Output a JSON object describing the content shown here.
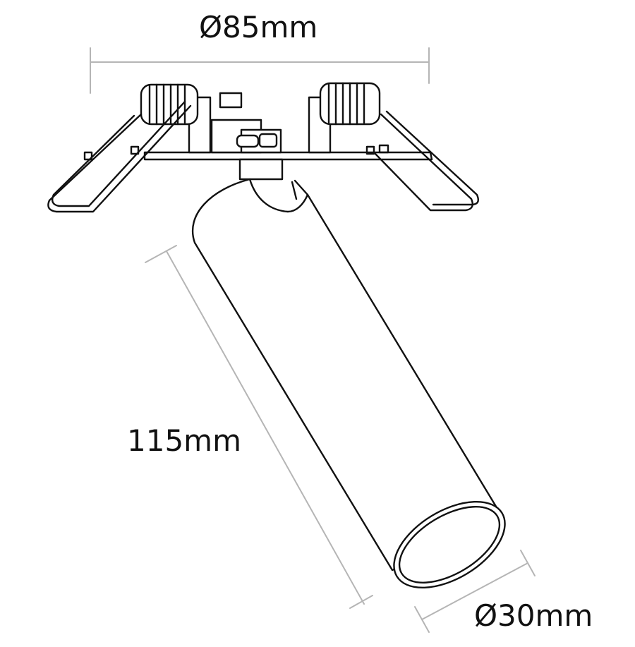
{
  "dimensions": {
    "top_width": "Ø85mm",
    "length": "115mm",
    "tube_diameter": "Ø30mm"
  },
  "colors": {
    "line": "#111111",
    "dim": "#b5b5b5"
  }
}
